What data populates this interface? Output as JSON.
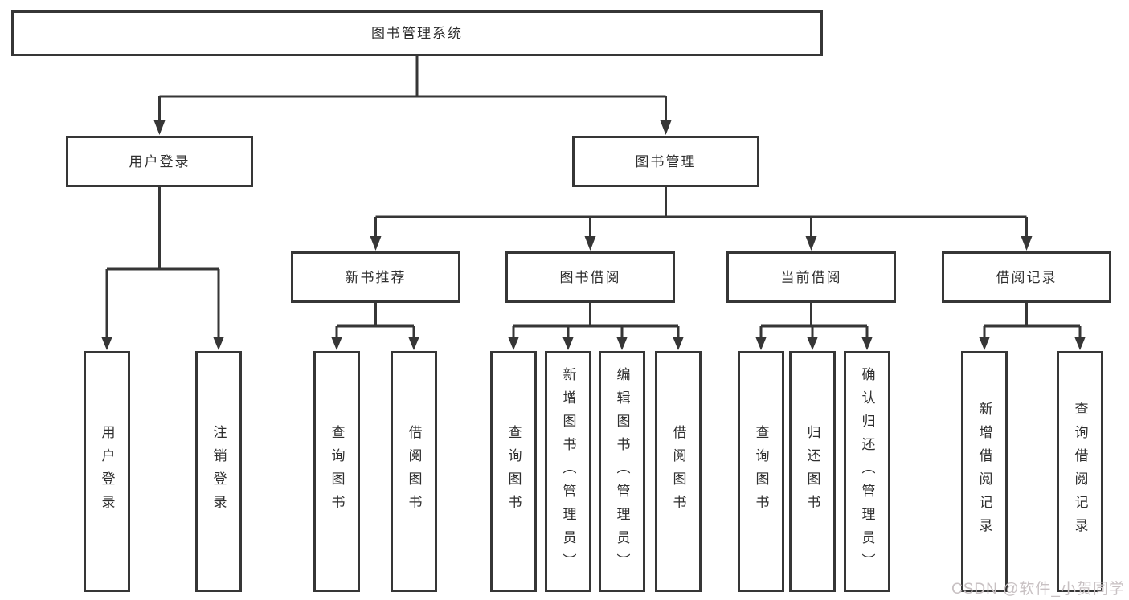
{
  "diagram": {
    "root": {
      "label": "图书管理系统"
    },
    "branches": [
      {
        "label": "用户登录",
        "leaves": [
          "用户登录",
          "注销登录"
        ]
      },
      {
        "label": "图书管理",
        "groups": [
          {
            "label": "新书推荐",
            "leaves": [
              "查询图书",
              "借阅图书"
            ]
          },
          {
            "label": "图书借阅",
            "leaves": [
              "查询图书",
              "新增图书（管理员）",
              "编辑图书（管理员）",
              "借阅图书"
            ]
          },
          {
            "label": "当前借阅",
            "leaves": [
              "查询图书",
              "归还图书",
              "确认归还（管理员）"
            ]
          },
          {
            "label": "借阅记录",
            "leaves": [
              "新增借阅记录",
              "查询借阅记录"
            ]
          }
        ]
      }
    ]
  },
  "watermark": {
    "text": "CSDN @软件_小贺同学",
    "color": "#c8c1c3"
  },
  "colors": {
    "line": "#363636",
    "text": "#2f2f2f",
    "background": "#ffffff"
  }
}
